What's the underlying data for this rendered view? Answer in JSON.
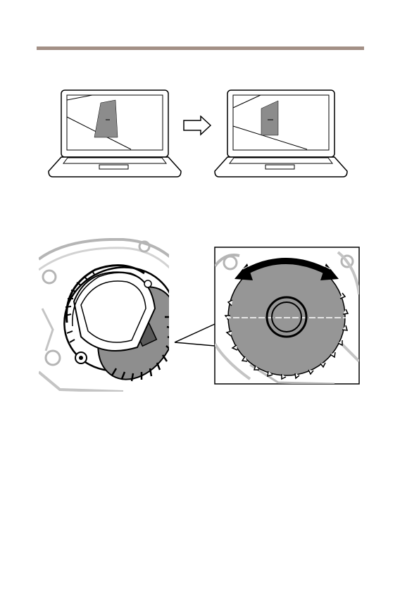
{
  "colors": {
    "header_rule": "#a39086",
    "line": "#000000",
    "gray_fill": "#8c8c8c",
    "light_gray": "#c8c8c8",
    "dial_fill": "#969696"
  },
  "figures": [
    {
      "id": "laptop-before",
      "icon": "laptop-image-tilted-icon"
    },
    {
      "id": "arrow",
      "icon": "right-arrow-icon"
    },
    {
      "id": "laptop-after",
      "icon": "laptop-image-leveled-icon"
    },
    {
      "id": "camera-rotation",
      "icon": "camera-rotation-illustration"
    },
    {
      "id": "dial-detail",
      "icon": "rotation-dial-detail-icon"
    }
  ]
}
